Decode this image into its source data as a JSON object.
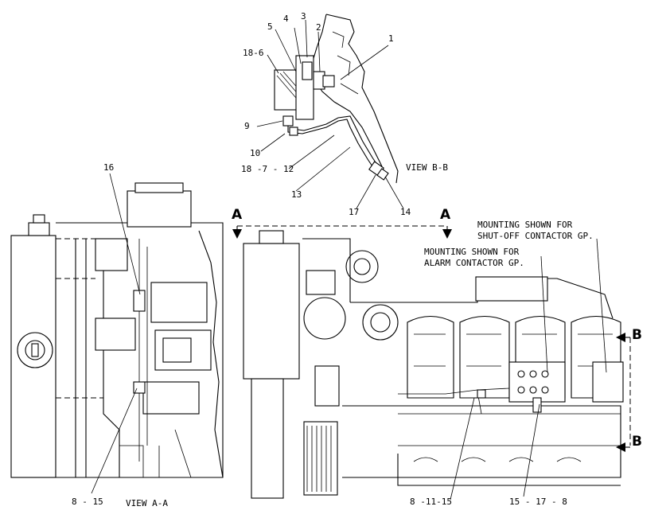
{
  "views": {
    "view_bb": "VIEW B-B",
    "view_aa": "VIEW A-A"
  },
  "section_markers": {
    "a_left": "A",
    "a_right": "A",
    "b_top": "B",
    "b_bottom": "B"
  },
  "notes": {
    "shutoff_line1": "MOUNTING SHOWN FOR",
    "shutoff_line2": "SHUT-OFF CONTACTOR GP.",
    "alarm_line1": "MOUNTING SHOWN FOR",
    "alarm_line2": "ALARM CONTACTOR GP."
  },
  "callouts_bb": {
    "c1": "1",
    "c2": "2",
    "c3": "3",
    "c4": "4",
    "c5": "5",
    "c18_6": "18-6",
    "c9": "9",
    "c10": "10",
    "c18_7_12": "18 -7 - 12",
    "c13": "13",
    "c17": "17",
    "c14": "14"
  },
  "callouts_aa": {
    "c16": "16",
    "c8_15": "8 - 15"
  },
  "callouts_main": {
    "c8_11_15": "8 -11-15",
    "c15_17_8": "15 - 17 - 8"
  }
}
